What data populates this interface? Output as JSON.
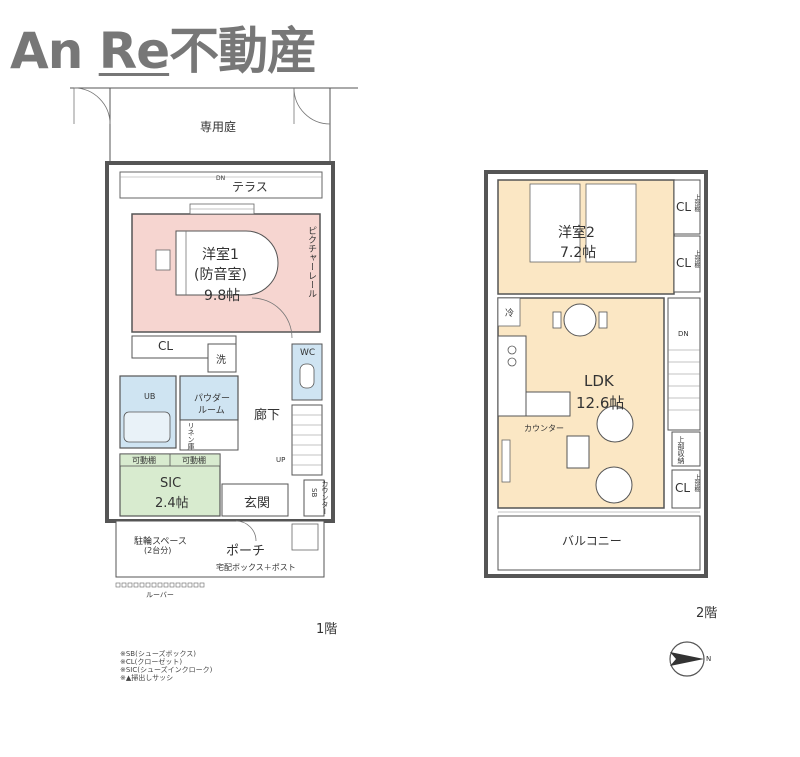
{
  "logo": {
    "part1": "An ",
    "part2": "Re",
    "part3": "不動産"
  },
  "floor1": {
    "label": "1階",
    "garden": "専用庭",
    "terrace_mark": "DN",
    "terrace": "テラス",
    "room1_name": "洋室1",
    "room1_sub": "(防音室)",
    "room1_size": "9.8帖",
    "picture_rail": "ピクチャーレール",
    "cl": "CL",
    "wash": "洗",
    "wc": "WC",
    "ub": "UB",
    "powder_room_1": "パウダー",
    "powder_room_2": "ルーム",
    "linen": "リネン庫",
    "hallway": "廊下",
    "stair_up": "UP",
    "movable_shelf_1": "可動棚",
    "movable_shelf_2": "可動棚",
    "sic_name": "SIC",
    "sic_size": "2.4帖",
    "entrance": "玄関",
    "counter_v": "カウンター",
    "sb": "SB",
    "bike_1": "駐輪スペース",
    "bike_2": "(2台分)",
    "porch": "ポーチ",
    "delivery": "宅配ボックス＋ポスト",
    "louver": "ルーバー"
  },
  "floor2": {
    "label": "2階",
    "room2_name": "洋室2",
    "room2_size": "7.2帖",
    "cl_1": "CL",
    "cl_2": "CL",
    "cl_3": "CL",
    "upper_shelf_1": "上部棚",
    "upper_shelf_2": "上部棚",
    "upper_shelf_3": "上部棚",
    "upper_storage": "上部収納",
    "fridge": "冷",
    "ldk_name": "LDK",
    "ldk_size": "12.6帖",
    "counter": "カウンター",
    "stair_dn": "DN",
    "balcony": "バルコニー"
  },
  "notes": [
    "※SB(シューズボックス)",
    "※CL(クローゼット)",
    "※SIC(シューズインクローク)",
    "※▲掃出しサッシ"
  ],
  "compass": "N",
  "colors": {
    "room1": "#f6d5d0",
    "room2_ldk": "#fbe7c4",
    "wet_area": "#cfe4f2",
    "sic": "#d8ebcf",
    "wall": "#555555"
  }
}
